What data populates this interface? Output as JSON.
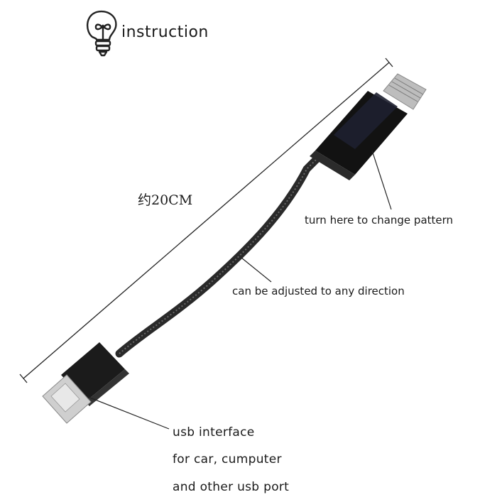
{
  "header": {
    "title": "instruction",
    "icon": "lightbulb-icon"
  },
  "dimension": {
    "label": "约20CM"
  },
  "callouts": {
    "pattern": "turn here to change pattern",
    "adjust": "can be adjusted to any direction",
    "usb": [
      "usb interface",
      "for car, cumputer",
      "and other usb port"
    ]
  }
}
